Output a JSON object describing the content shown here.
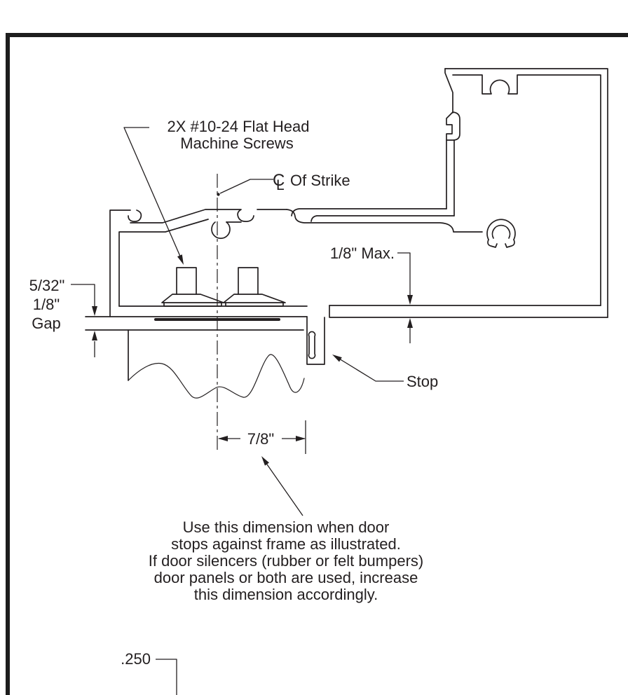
{
  "drawing": {
    "title": "Strike installation section detail",
    "colors": {
      "line": "#231f20",
      "background": "#ffffff"
    },
    "labels": {
      "screws_line1": "2X #10-24 Flat Head",
      "screws_line2": "Machine Screws",
      "cl_c": "C",
      "cl_l": "L",
      "cl_of_strike": "Of Strike",
      "max_dim": "1/8\" Max.",
      "gap_line1": "5/32\"",
      "gap_line2": "1/8\"",
      "gap_line3": "Gap",
      "stop": "Stop",
      "width_dim": "7/8\"",
      "depth_dim": ".250",
      "note_line1": "Use this dimension when door",
      "note_line2": "stops against frame as illustrated.",
      "note_line3": "If door silencers (rubber or felt bumpers)",
      "note_line4": "door panels or both are used, increase",
      "note_line5": "this dimension accordingly."
    }
  }
}
